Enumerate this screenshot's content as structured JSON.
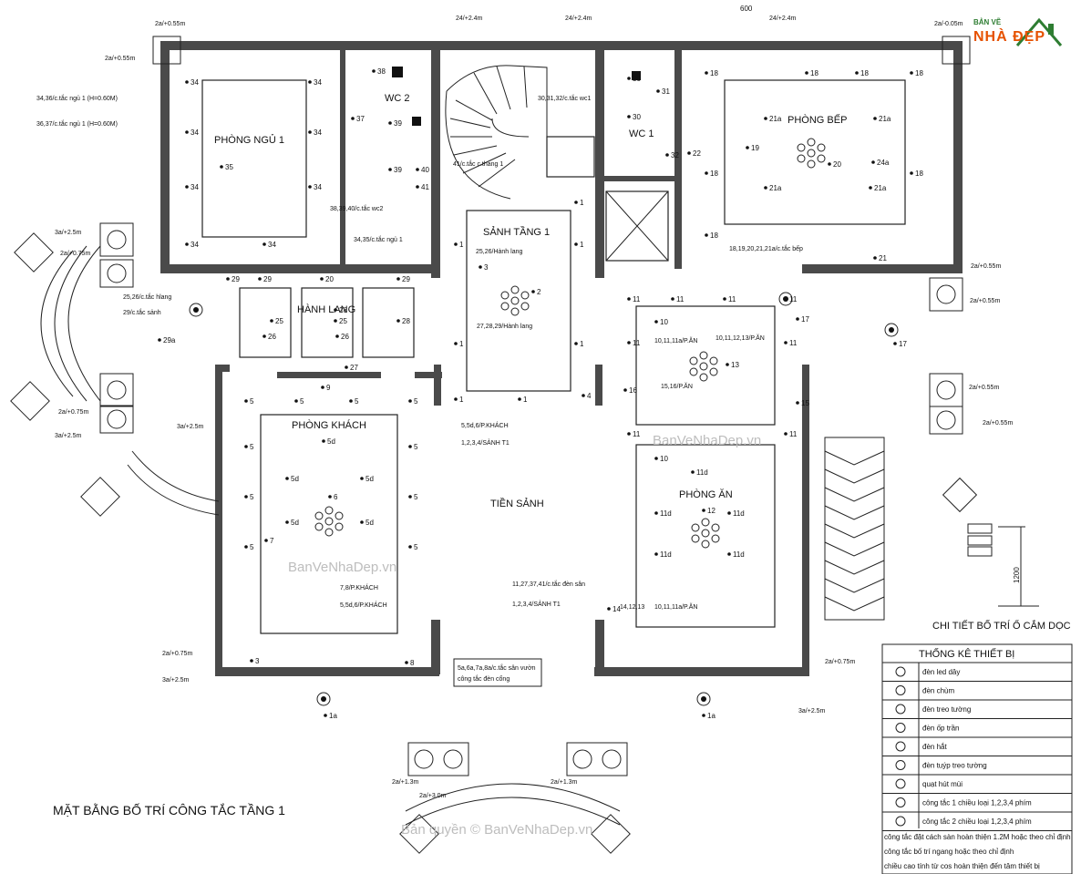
{
  "title": "MẶT BẰNG BỐ TRÍ CÔNG TẮC TẦNG 1",
  "logo": {
    "top": "BẢN VẼ",
    "main": "NHÀ ĐẸP"
  },
  "watermarks": [
    "BanVeNhaDep.vn",
    "BanVeNhaDep.vn",
    "Bản quyền © BanVeNhaDep.vn"
  ],
  "rooms": {
    "phong_ngu": "PHÒNG NGỦ 1",
    "wc2": "WC 2",
    "wc1": "WC 1",
    "phong_bep": "PHÒNG BẾP",
    "sanh_tang": "SẢNH TẦNG 1",
    "hanh_lang": "HÀNH LANG",
    "phong_khach": "PHÒNG KHÁCH",
    "tien_sanh": "TIỀN SẢNH",
    "phong_an": "PHÒNG ĂN"
  },
  "detail_label": "CHI TIẾT BỐ TRÍ Ổ CẮM DỌC",
  "detail_dim": "1200",
  "dim_600": "600",
  "elevations": {
    "e1": "2a/+0.55m",
    "e2": "24/+2.4m",
    "e3": "24/+2.4m",
    "e4": "2a/-0.05m",
    "e5": "3a/+2.5m",
    "e6": "2a/+0.75m",
    "e7": "2a/+0.55m",
    "e8": "2a/+0.55m",
    "e9": "3a/+2.5m",
    "e10": "2a/+0.75m",
    "e11": "3a/+2.5m",
    "e12": "2a/+1.3m",
    "e13": "2a/+3.0m",
    "e14": "2a/+1.3m",
    "e15": "2a/+0.75m",
    "e16": "3a/+2.5m",
    "e17": "2a/+0.75m",
    "e18": "3a/+2.5m",
    "e19": "2a/+0.55m",
    "e20": "2a/+0.55m",
    "e21": "24/+2.4m",
    "e22": "2a/+0.55m"
  },
  "annotations": {
    "a1": "34,36/c.tắc ngủ 1 (H=0.60M)",
    "a2": "36,37/c.tắc ngủ 1 (H=0.60M)",
    "a3": "38,39,40/c.tắc wc2",
    "a4": "34,35/c.tắc ngủ 1",
    "a5": "25,26/c.tắc hlang",
    "a6": "29/c.tắc sảnh",
    "a7": "25,26/Hành lang",
    "a8": "27,28,29/Hành lang",
    "a9": "41/c.tắc c.thang 1",
    "a10": "30,31,32/c.tắc wc1",
    "a11": "18,19,20,21,21a/c.tắc bếp",
    "a12": "10,11,11a/P.ĂN",
    "a13": "10,11,12,13/P.ĂN",
    "a14": "15,16/P.ĂN",
    "a15": "5,5d,6/P.KHÁCH",
    "a16": "1,2,3,4/SẢNH T1",
    "a17": "7,8/P.KHÁCH",
    "a18": "5,5d,6/P.KHÁCH",
    "a19": "11,27,37,41/c.tắc đèn sân",
    "a20": "1,2,3,4/SẢNH T1",
    "a21": "14,12,13",
    "a22": "10,11,11a/P.ĂN",
    "a23": "5a,6a,7a,8a/c.tắc sân vườn",
    "a24": "công tắc đèn cổng"
  },
  "legend": {
    "header": "THỐNG KÊ THIẾT BỊ",
    "rows": [
      {
        "icon": "led-light-icon",
        "text": "đèn led dây"
      },
      {
        "icon": "chandelier-icon",
        "text": "đèn chùm"
      },
      {
        "icon": "ceiling-lamp-icon",
        "text": "đèn treo tường"
      },
      {
        "icon": "flush-light-icon",
        "text": "đèn ốp trần"
      },
      {
        "icon": "downlight-icon",
        "text": "đèn hắt"
      },
      {
        "icon": "tube-light-icon",
        "text": "đèn tuýp treo tường"
      },
      {
        "icon": "exhaust-fan-icon",
        "text": "quạt hút mùi"
      },
      {
        "icon": "switch-1way-icon",
        "text": "công tắc 1 chiều loại 1,2,3,4 phím"
      },
      {
        "icon": "switch-2way-icon",
        "text": "công tắc 2 chiều loại 1,2,3,4 phím"
      }
    ],
    "notes": [
      "công tắc đặt cách sàn hoàn thiện 1.2M hoặc theo chỉ định",
      "công tắc bố trí ngang hoặc theo chỉ định",
      "chiều cao tính từ cos hoàn thiện đến tâm thiết bị"
    ]
  },
  "fixture_numbers": {
    "bed": [
      "34",
      "34",
      "34",
      "34",
      "34",
      "34",
      "34",
      "34",
      "35",
      "37"
    ],
    "wc2": [
      "38",
      "39",
      "39",
      "40",
      "41"
    ],
    "wc1": [
      "30",
      "31",
      "30",
      "32",
      "22"
    ],
    "kitchen": [
      "18",
      "18",
      "18",
      "18",
      "18",
      "18",
      "18",
      "19",
      "21a",
      "21a",
      "21a",
      "21a",
      "20",
      "24a",
      "21"
    ],
    "hall": [
      "25",
      "25",
      "26",
      "26",
      "28",
      "28",
      "29",
      "29",
      "29",
      "20",
      "27",
      "9"
    ],
    "sanh": [
      "1",
      "1",
      "1",
      "1",
      "1",
      "1",
      "1",
      "2",
      "3",
      "4"
    ],
    "khach": [
      "5",
      "5",
      "5",
      "5",
      "5",
      "5",
      "5",
      "5",
      "5",
      "5",
      "5d",
      "5d",
      "5d",
      "5d",
      "5d",
      "6",
      "7",
      "8",
      "3"
    ],
    "an": [
      "11",
      "11",
      "11",
      "11",
      "11",
      "11",
      "11",
      "11",
      "11d",
      "11d",
      "11d",
      "11d",
      "11d",
      "12",
      "13",
      "10",
      "10",
      "14",
      "15",
      "16",
      "17"
    ],
    "outside": [
      "1a",
      "1a",
      "29a",
      "17"
    ]
  }
}
